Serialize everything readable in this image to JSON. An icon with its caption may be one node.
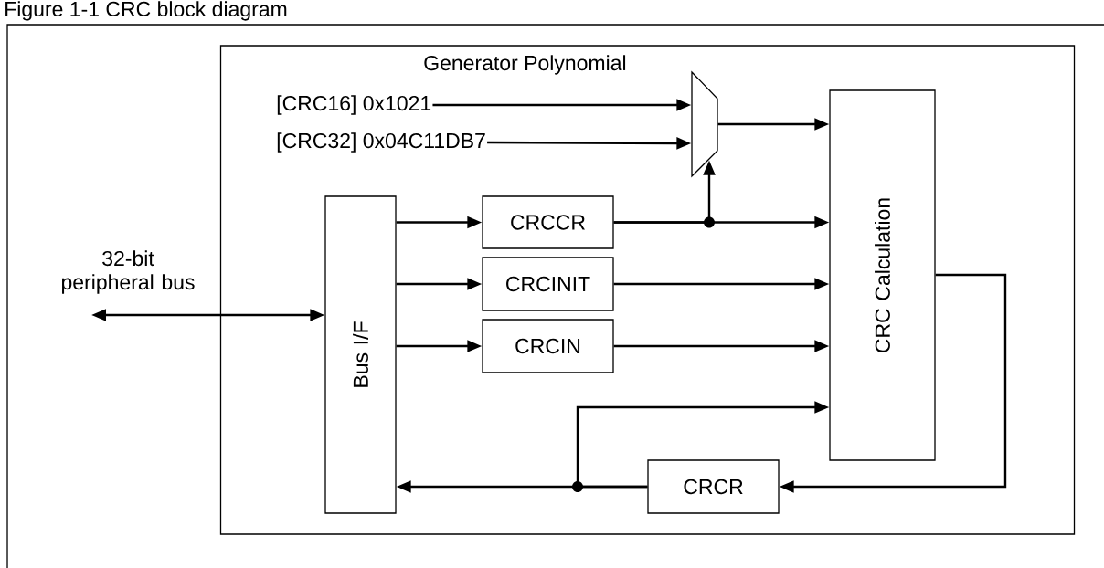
{
  "diagram": {
    "title": "Figure 1-1 CRC block diagram",
    "nodes": [
      {
        "text": [],
        "shape": "box"
      },
      {
        "text": [
          "[CRC16] 0x1021"
        ],
        "in": 0
      },
      {
        "text": [
          "[CRC32] 0x04C11DB7"
        ],
        "in": 0
      },
      {
        "text": [],
        "shape": "trapezoid",
        "in": 0
      },
      {
        "text": [
          "Bus I/F"
        ],
        "in": 0
      },
      {
        "text": [
          "CRCCR"
        ],
        "in": 0
      },
      {
        "text": [
          "CRCINIT"
        ],
        "in": 0
      },
      {
        "text": [
          "CRCIN"
        ],
        "in": 0
      },
      {
        "text": [
          "CRC Calculation"
        ],
        "in": 0
      },
      {
        "text": [
          "CRCR"
        ],
        "in": 0
      }
    ],
    "edges": [
      {
        "from": null,
        "to": 4,
        "arrow": "both",
        "label": "32-bit peripheral bus"
      },
      {
        "from": 1,
        "to": 3,
        "arrow": "to"
      },
      {
        "from": 2,
        "to": 3,
        "arrow": "to"
      },
      {
        "from": 3,
        "to": 8,
        "arrow": "to"
      },
      {
        "from": 4,
        "to": 5,
        "arrow": "to"
      },
      {
        "from": 4,
        "to": 6,
        "arrow": "to"
      },
      {
        "from": 4,
        "to": 7,
        "arrow": "to"
      },
      {
        "from": 5,
        "to": 8,
        "arrow": "to"
      },
      {
        "from": 5,
        "to": 3,
        "arrow": "to"
      },
      {
        "from": 6,
        "to": 8,
        "arrow": "to"
      },
      {
        "from": 7,
        "to": 8,
        "arrow": "to"
      },
      {
        "from": 8,
        "to": 9,
        "arrow": "to"
      },
      {
        "from": 9,
        "to": 4,
        "arrow": "to"
      },
      {
        "from": 9,
        "to": 8,
        "arrow": "to"
      }
    ],
    "labels": [
      "Generator Polynomial"
    ]
  }
}
